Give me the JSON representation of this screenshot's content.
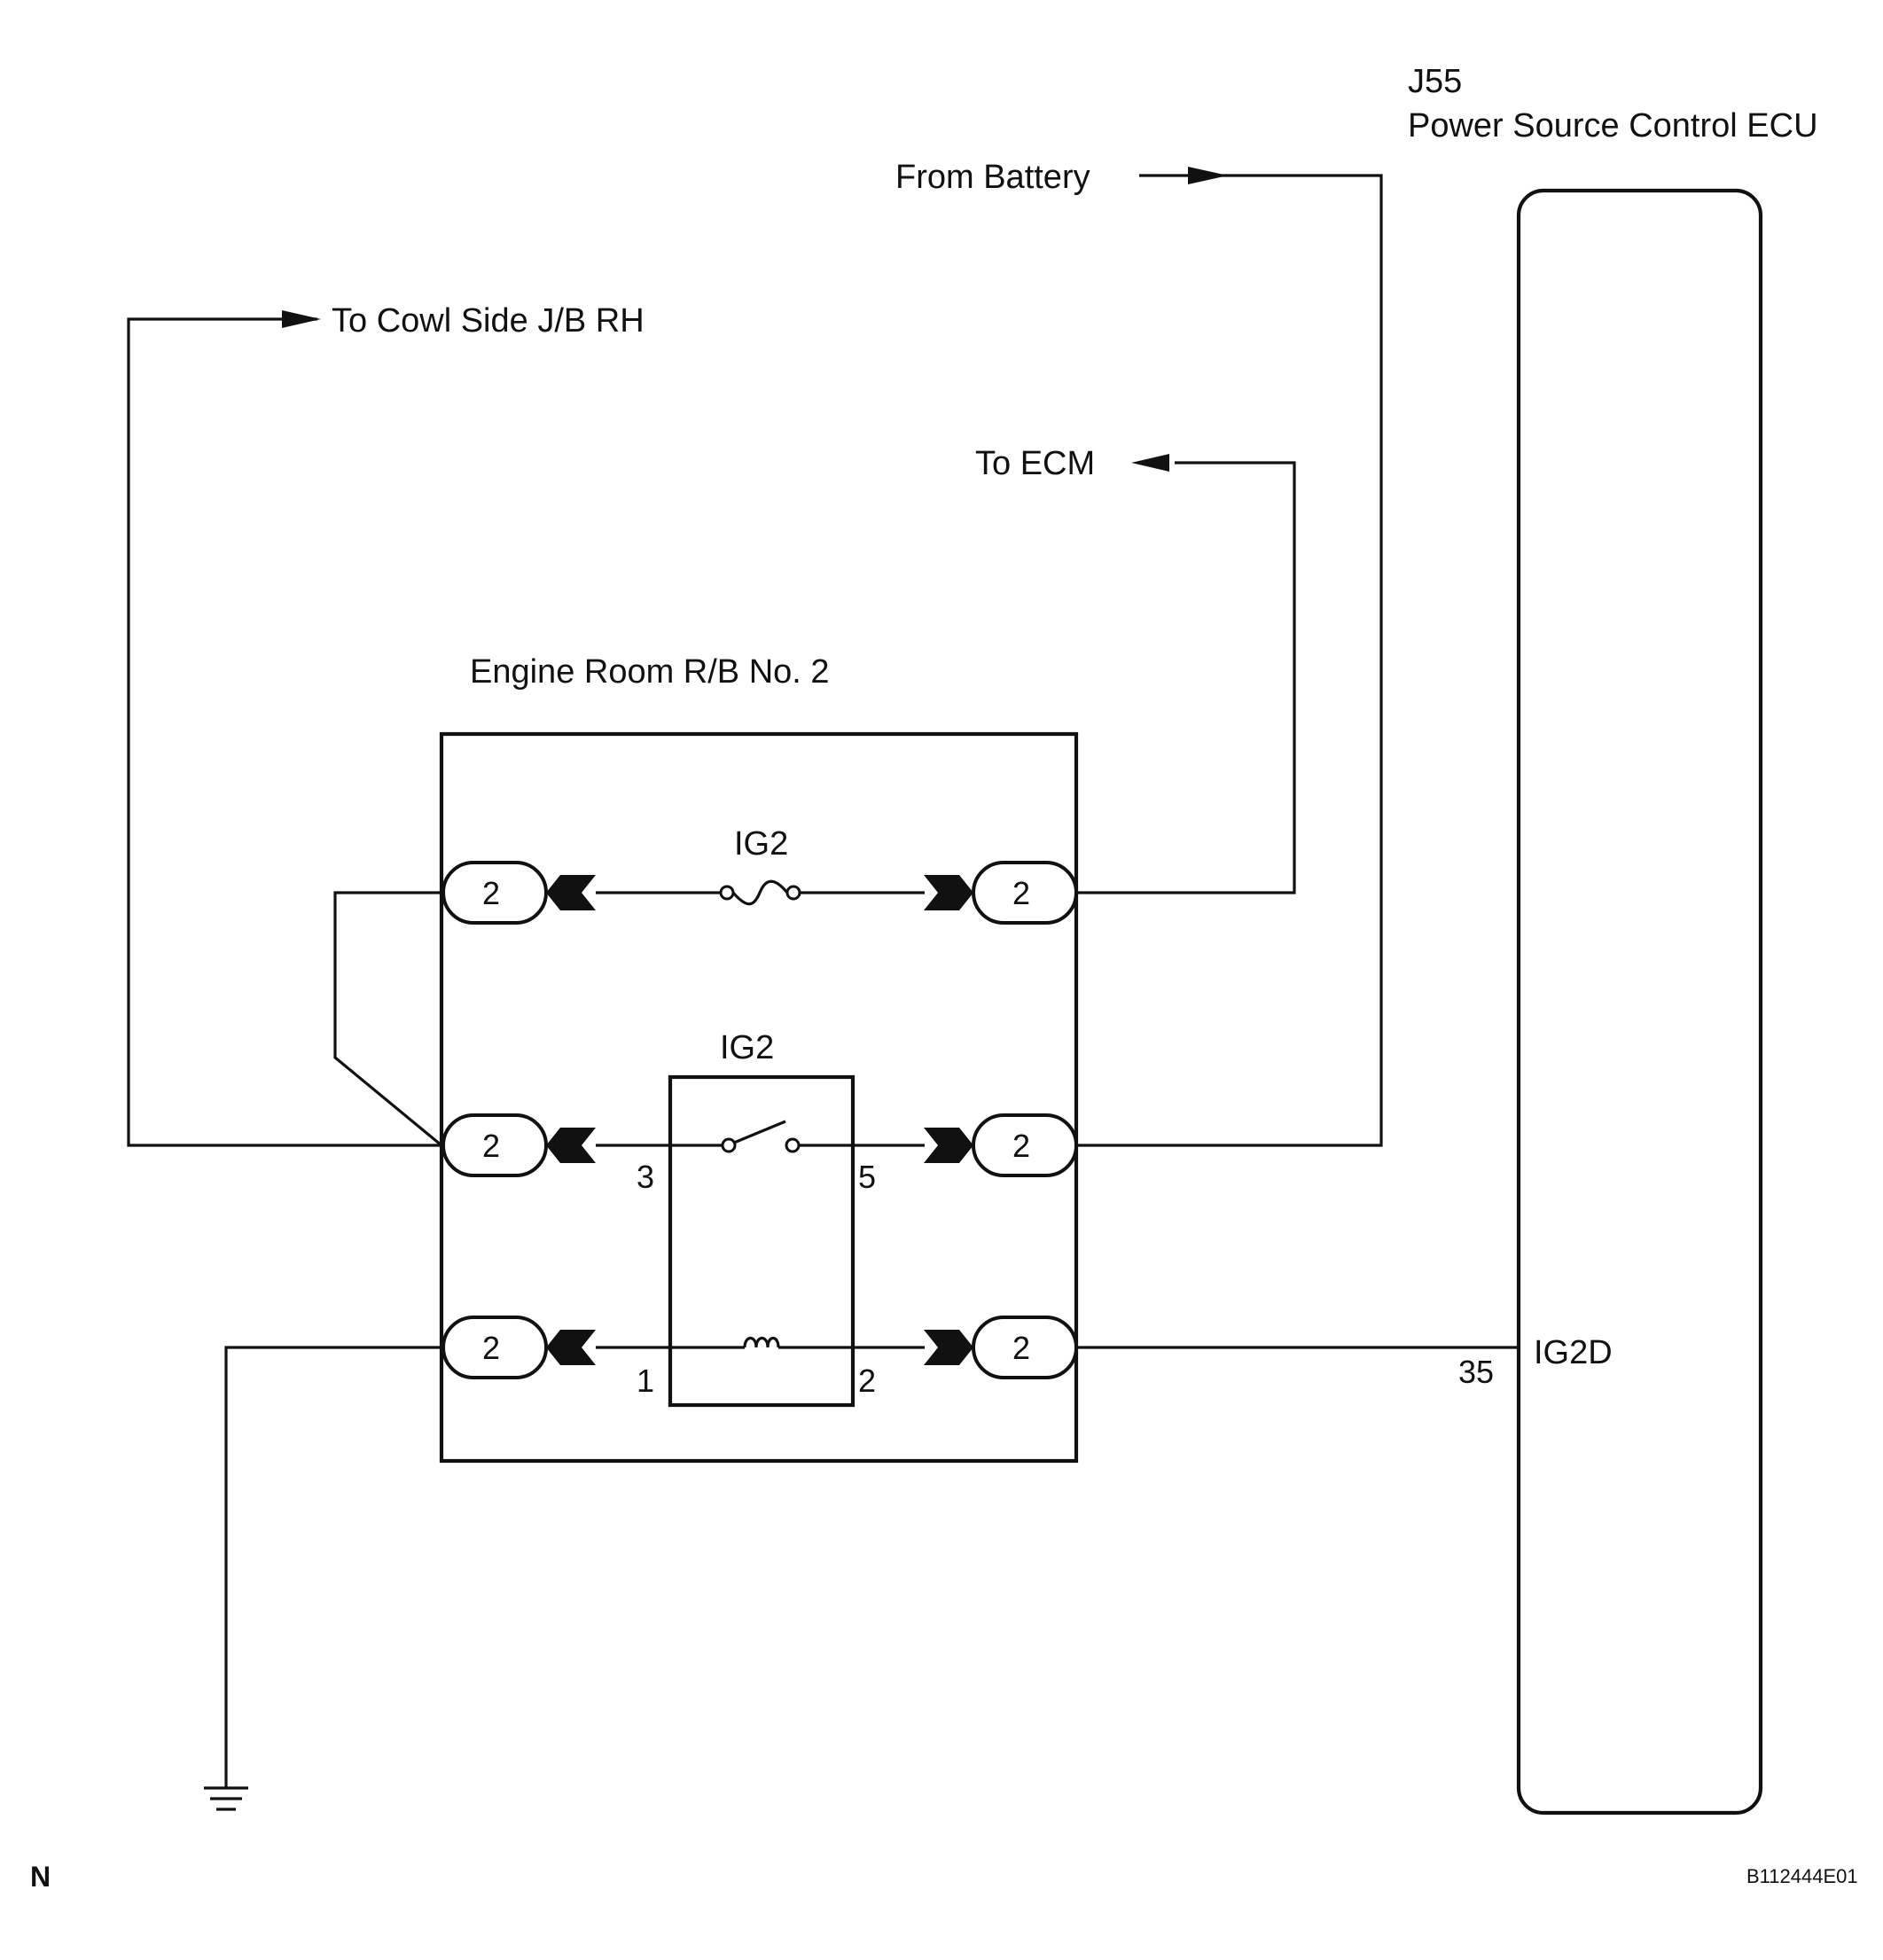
{
  "component": {
    "ref": "J55",
    "name": "Power Source Control ECU",
    "terminal_pin": "35",
    "terminal_name": "IG2D"
  },
  "relay_block": {
    "name": "Engine Room R/B No. 2",
    "fuse_label": "IG2",
    "relay_label": "IG2",
    "connector_id": "2",
    "relay_pins": [
      "3",
      "5",
      "1",
      "2"
    ]
  },
  "destinations": {
    "battery": "From Battery",
    "cowl": "To Cowl Side J/B RH",
    "ecm": "To ECM"
  },
  "footer": {
    "left_mark": "N",
    "figure_code": "B112444E01"
  }
}
